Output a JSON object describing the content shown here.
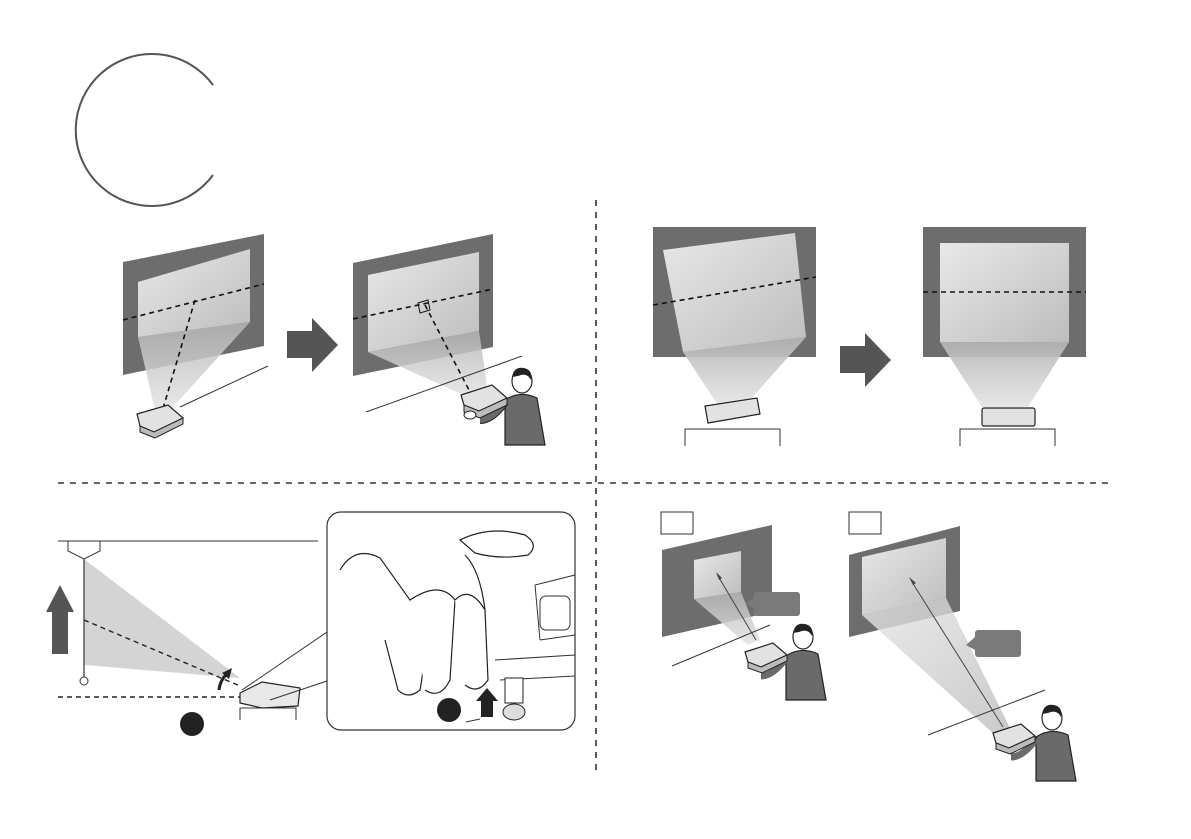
{
  "page": {
    "step_marker": "open-circle",
    "panels": [
      {
        "id": "top-left",
        "content": "projector-aimed-perpendicular-to-screen",
        "arrow": "right-arrow-icon"
      },
      {
        "id": "top-right",
        "content": "projector-leveled-to-correct-tilt",
        "arrow": "right-arrow-icon"
      },
      {
        "id": "bottom-left",
        "content": "foot-lever-raise-front",
        "arrow": "up-arrow-icon"
      },
      {
        "id": "bottom-right",
        "content": "move-projector-closer-or-farther"
      }
    ],
    "colors": {
      "screen_dark": "#6d6d6d",
      "image_light": "#d9d9d9",
      "beam": "#c9c9c9",
      "arrow": "#555555",
      "line": "#333333",
      "person": "#6a6a6a"
    }
  }
}
